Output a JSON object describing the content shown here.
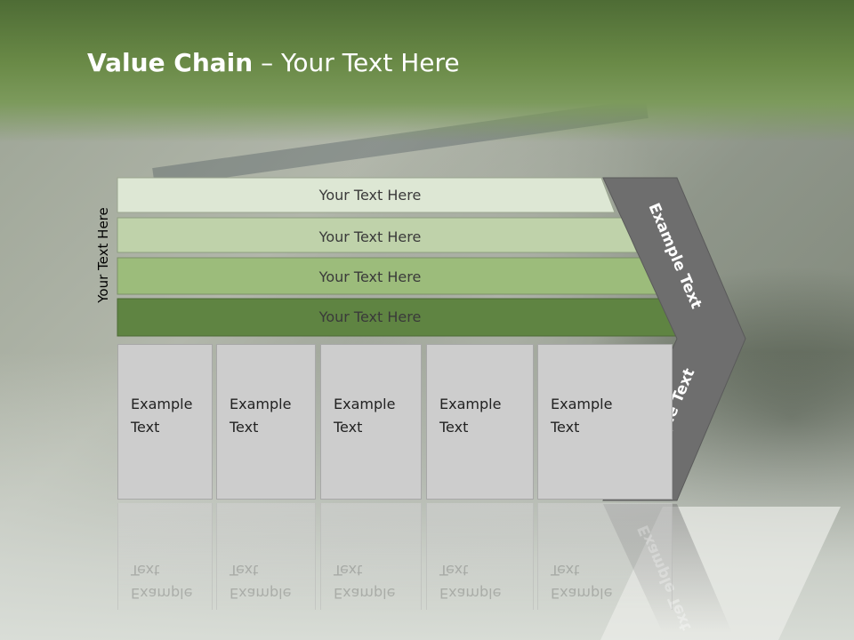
{
  "title": {
    "bold": "Value Chain",
    "rest": " – Your Text Here"
  },
  "side_label": "Your Text Here",
  "bars": [
    {
      "label": "Your Text Here",
      "fill": "#dde7d4"
    },
    {
      "label": "Your Text Here",
      "fill": "#bfd2aa"
    },
    {
      "label": "Your Text Here",
      "fill": "#9cbc7b"
    },
    {
      "label": "Your Text Here",
      "fill": "#5f8442"
    }
  ],
  "cells": [
    {
      "line1": "Example",
      "line2": "Text"
    },
    {
      "line1": "Example",
      "line2": "Text"
    },
    {
      "line1": "Example",
      "line2": "Text"
    },
    {
      "line1": "Example",
      "line2": "Text"
    },
    {
      "line1": "Example",
      "line2": "Text"
    }
  ],
  "chevron": {
    "upper": "Example Text",
    "lower": "Example Text",
    "fill": "#6e6e6e"
  }
}
